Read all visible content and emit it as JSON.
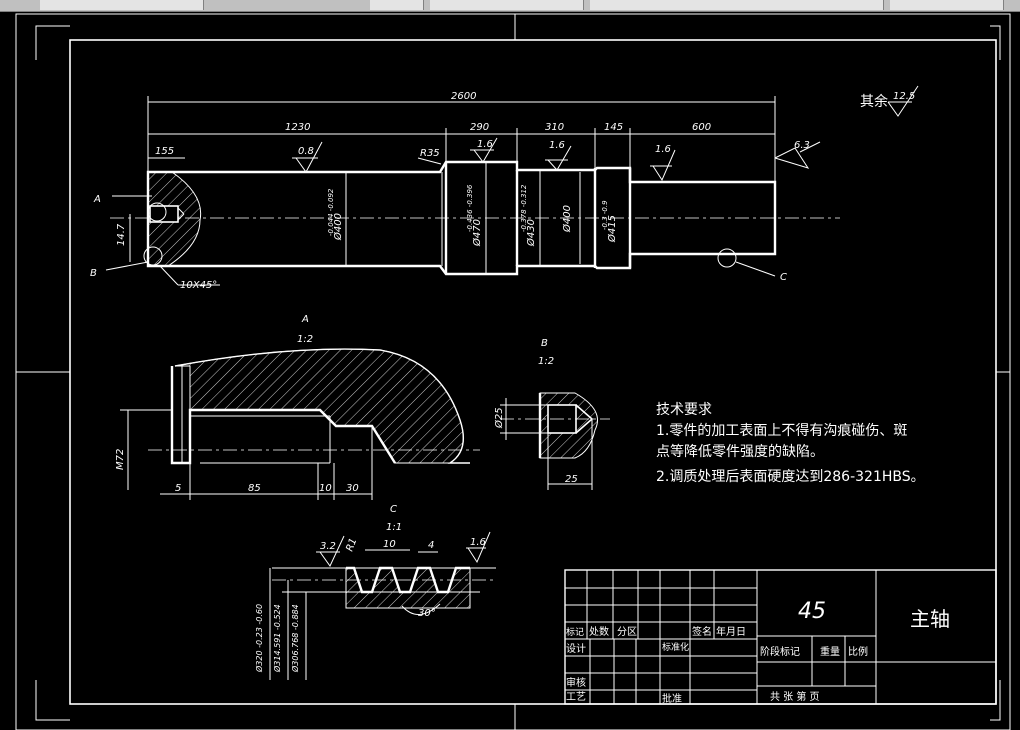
{
  "toolbar": {
    "tabs": [
      "",
      "",
      "",
      "",
      ""
    ]
  },
  "drawing": {
    "overall_length": "2600",
    "seg_1230": "1230",
    "seg_290": "290",
    "seg_310": "310",
    "seg_145": "145",
    "seg_600": "600",
    "seg_155": "155",
    "rough_rest_label": "其余",
    "rough_rest": "12.5",
    "rough_08": "0.8",
    "rough_16a": "1.6",
    "rough_16b": "1.6",
    "rough_16c": "1.6",
    "rough_63": "6.3",
    "r35": "R35",
    "label_a": "A",
    "label_b": "B",
    "label_c": "C",
    "dim_147": "14.7",
    "chamfer": "10X45°",
    "dia_400": "Ø400",
    "dia_400_tol": "-0.044 -0.092",
    "dia_470": "Ø470",
    "dia_470_tol": "-0.436 -0.396",
    "dia_430": "Ø430",
    "dia_430_tol": "-0.378 -0.312",
    "dia_400b": "Ø400",
    "dia_415": "Ø415",
    "dia_415_tol": "-0.3 -0.9"
  },
  "detail_a": {
    "title": "A",
    "scale": "1:2",
    "m72": "M72",
    "d5": "5",
    "d85": "85",
    "d10": "10",
    "d30": "30"
  },
  "detail_b": {
    "title": "B",
    "scale": "1:2",
    "d25a": "Ø25",
    "d25b": "25"
  },
  "detail_c": {
    "title": "C",
    "scale": "1:1",
    "r1": "R1",
    "d10": "10",
    "d4": "4",
    "rough_32": "3.2",
    "rough_16": "1.6",
    "angle": "30°",
    "dia1": "Ø320 -0.23 -0.60",
    "dia2": "Ø314.591 -0.524",
    "dia3": "Ø306.768 -0.884"
  },
  "tech": {
    "heading": "技术要求",
    "line1": "1.零件的加工表面上不得有沟痕碰伤、斑",
    "line2": "点等降低零件强度的缺陷。",
    "line3": "2.调质处理后表面硬度达到286-321HBS。"
  },
  "title_block": {
    "material": "45",
    "part_name": "主轴",
    "marks": "标记",
    "count": "处数",
    "zone": "分区",
    "signature": "签名",
    "date": "年月日",
    "design": "设计",
    "standardize": "标准化",
    "stage": "阶段标记",
    "weight": "重量",
    "scale": "比例",
    "review": "审核",
    "process": "工艺",
    "approve": "批准",
    "sheets": "共  张  第  页"
  }
}
